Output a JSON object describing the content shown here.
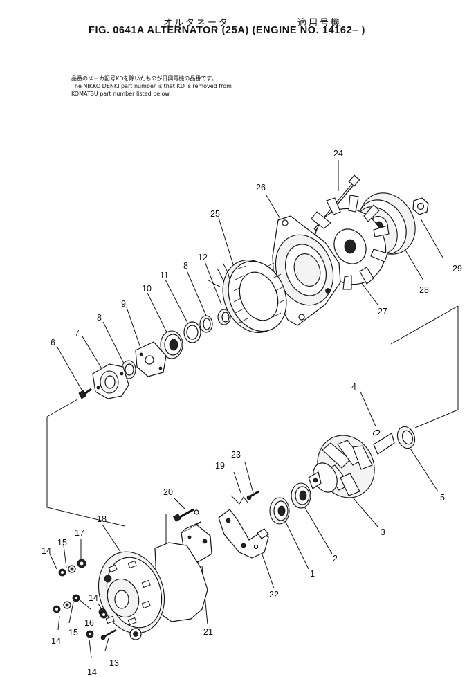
{
  "header": {
    "jp_name": "オルタネータ",
    "jp_applicable": "適用号機",
    "title": "FIG. 0641A ALTERNATOR (25A) (ENGINE NO. 14162– )"
  },
  "note": {
    "jp": "品番のメーカ記号KDを除いたものが日興電機の品番です。",
    "line1": "The NIKKO DENKI part number is that KD is removed from",
    "line2": "KOMATSU part number listed below."
  },
  "callouts": {
    "c1": "1",
    "c2": "2",
    "c3": "3",
    "c4": "4",
    "c5": "5",
    "c6": "6",
    "c7": "7",
    "c8a": "8",
    "c8b": "8",
    "c9": "9",
    "c10": "10",
    "c11": "11",
    "c12": "12",
    "c13": "13",
    "c14a": "14",
    "c14b": "14",
    "c14c": "14",
    "c14d": "14",
    "c15a": "15",
    "c15b": "15",
    "c16": "16",
    "c17": "17",
    "c18": "18",
    "c19": "19",
    "c20": "20",
    "c21": "21",
    "c22": "22",
    "c23": "23",
    "c24": "24",
    "c25": "25",
    "c26": "26",
    "c27": "27",
    "c28": "28",
    "c29": "29"
  }
}
